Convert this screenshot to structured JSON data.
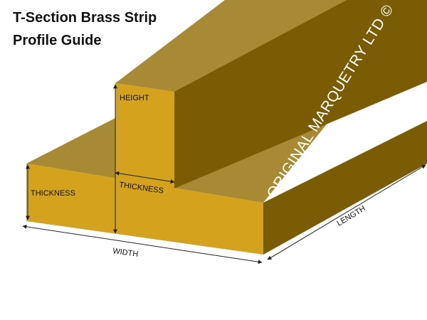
{
  "title_line1": "T-Section Brass Strip",
  "title_line2": "Profile Guide",
  "labels": {
    "height": "HEIGHT",
    "thickness_left": "THICKNESS",
    "thickness_stem": "THICKNESS",
    "width": "WIDTH",
    "length": "LENGTH"
  },
  "watermark": "ORIGINAL MARQUETRY LTD ©",
  "colors": {
    "front": "#d4a21c",
    "top": "#a88a34",
    "side": "#7a5c05",
    "dimension_line": "#222222"
  }
}
